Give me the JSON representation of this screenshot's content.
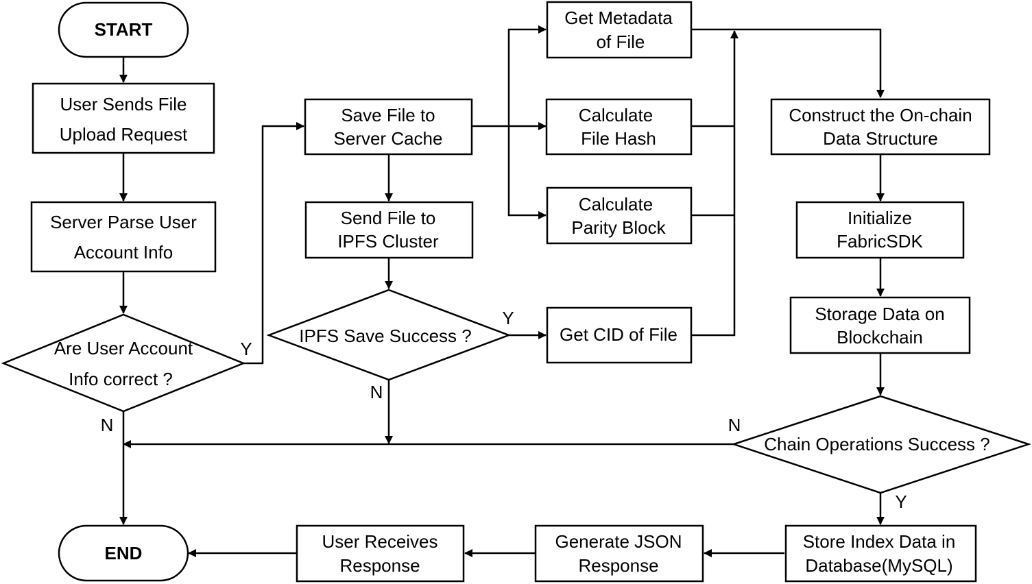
{
  "nodes": {
    "start": {
      "lines": [
        "START"
      ]
    },
    "user_sends": {
      "lines": [
        "User Sends File",
        "Upload Request"
      ]
    },
    "server_parse": {
      "lines": [
        "Server Parse User",
        "Account Info"
      ]
    },
    "account_decision": {
      "lines": [
        "Are User Account",
        "Info correct ?"
      ]
    },
    "save_cache": {
      "lines": [
        "Save File to",
        "Server Cache"
      ]
    },
    "send_ipfs": {
      "lines": [
        "Send File to",
        "IPFS Cluster"
      ]
    },
    "ipfs_decision": {
      "lines": [
        "IPFS Save Success ?"
      ]
    },
    "get_metadata": {
      "lines": [
        "Get Metadata",
        "of File"
      ]
    },
    "calc_hash": {
      "lines": [
        "Calculate",
        "File Hash"
      ]
    },
    "calc_parity": {
      "lines": [
        "Calculate",
        "Parity Block"
      ]
    },
    "get_cid": {
      "lines": [
        "Get CID of File"
      ]
    },
    "construct": {
      "lines": [
        "Construct the On-chain",
        "Data Structure"
      ]
    },
    "init_sdk": {
      "lines": [
        "Initialize",
        "FabricSDK"
      ]
    },
    "storage_chain": {
      "lines": [
        "Storage Data on",
        "Blockchain"
      ]
    },
    "chain_decision": {
      "lines": [
        "Chain Operations Success ?"
      ]
    },
    "store_index": {
      "lines": [
        "Store Index Data in",
        "Database(MySQL)"
      ]
    },
    "gen_json": {
      "lines": [
        "Generate JSON",
        "Response"
      ]
    },
    "user_receives": {
      "lines": [
        "User Receives",
        "Response"
      ]
    },
    "end": {
      "lines": [
        "END"
      ]
    }
  },
  "edge_labels": {
    "account_yes": "Y",
    "account_no": "N",
    "ipfs_yes": "Y",
    "ipfs_no": "N",
    "chain_no": "N",
    "chain_yes": "Y"
  }
}
